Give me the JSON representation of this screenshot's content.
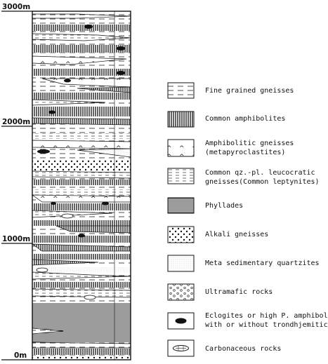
{
  "scale": {
    "labels": [
      "3000m",
      "2000m",
      "1000m",
      "0m"
    ]
  },
  "legend": [
    {
      "id": "fine-gneiss",
      "icon": "fine-grained-gneiss-pattern-icon",
      "lines": [
        "Fine grained gneisses"
      ]
    },
    {
      "id": "amphibolite",
      "icon": "common-amphibolite-pattern-icon",
      "lines": [
        "Common amphibolites"
      ]
    },
    {
      "id": "amph-gneiss",
      "icon": "amphibolitic-gneiss-pattern-icon",
      "lines": [
        "Amphibolitic gneisses",
        "(metapyroclastites)"
      ]
    },
    {
      "id": "leptynite",
      "icon": "leucocratic-gneiss-pattern-icon",
      "lines": [
        "Common qz.-pl. leucocratic",
        "gneisses(Common leptynites)"
      ]
    },
    {
      "id": "phyllade",
      "icon": "phyllade-pattern-icon",
      "lines": [
        "Phyllades"
      ]
    },
    {
      "id": "alkali",
      "icon": "alkali-gneiss-pattern-icon",
      "lines": [
        "Alkali gneisses"
      ]
    },
    {
      "id": "quartzite",
      "icon": "meta-sedimentary-quartzite-pattern-icon",
      "lines": [
        "Meta sedimentary quartzites"
      ]
    },
    {
      "id": "ultramafic",
      "icon": "ultramafic-rock-pattern-icon",
      "lines": [
        "Ultramafic rocks"
      ]
    },
    {
      "id": "eclogite",
      "icon": "eclogite-lens-icon",
      "lines": [
        "Eclogites or high P. amphibolites",
        "with or without trondhjemitic layers"
      ]
    },
    {
      "id": "carbonaceous",
      "icon": "carbonaceous-rock-icon",
      "lines": [
        "Carbonaceous rocks"
      ]
    }
  ]
}
